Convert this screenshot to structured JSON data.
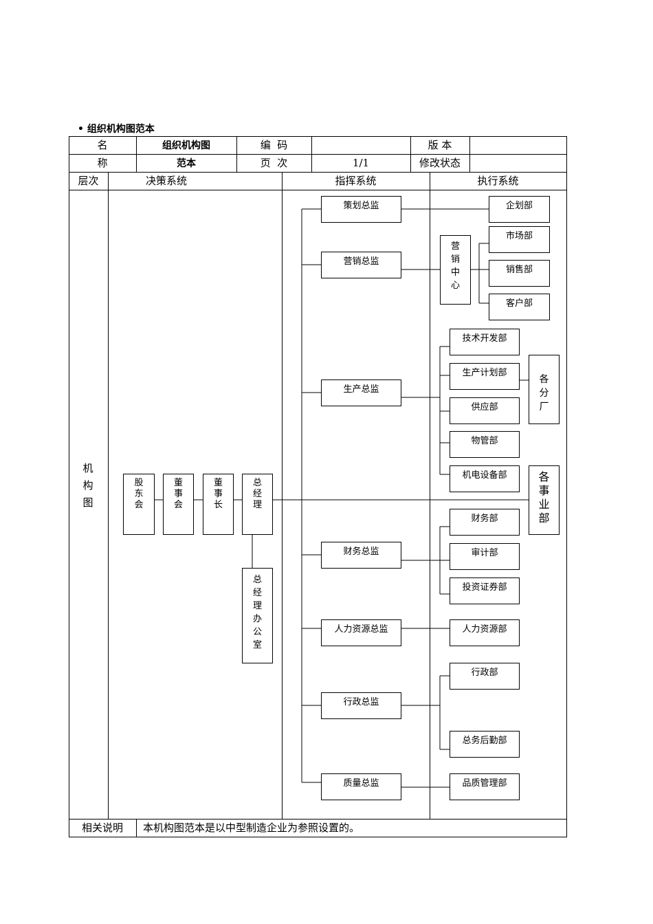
{
  "doc_title": "• 组织机构图范本",
  "header": {
    "name_label_1": "名",
    "name_label_2": "称",
    "name_value_1": "组织机构图",
    "name_value_2": "范本",
    "code_label": "编  码",
    "code_value": "",
    "version_label": "版 本",
    "version_value": "",
    "page_label": "页  次",
    "page_value": "1/1",
    "revision_label": "修改状态",
    "revision_value": ""
  },
  "columns": {
    "level": "层次",
    "decision": "决策系统",
    "command": "指挥系统",
    "execution": "执行系统"
  },
  "row_label": "机构图",
  "footer": {
    "label": "相关说明",
    "text": "本机构图范本是以中型制造企业为参照设置的。"
  },
  "org": {
    "decision_units": [
      "股东会",
      "董事会",
      "董事长",
      "总经理"
    ],
    "gm_office": "总经理办公室",
    "directors": [
      "策划总监",
      "营销总监",
      "生产总监",
      "财务总监",
      "人力资源总监",
      "行政总监",
      "质量总监"
    ],
    "marketing_center": "营销中心",
    "departments": {
      "planning": [
        "企划部"
      ],
      "marketing": [
        "市场部",
        "销售部",
        "客户部"
      ],
      "production": [
        "技术开发部",
        "生产计划部",
        "供应部",
        "物管部",
        "机电设备部"
      ],
      "finance": [
        "财务部",
        "审计部",
        "投资证券部"
      ],
      "hr": [
        "人力资源部"
      ],
      "admin": [
        "行政部",
        "总务后勤部"
      ],
      "quality": [
        "品质管理部"
      ]
    },
    "branch_factories": "各分厂",
    "business_units": "各事业部"
  }
}
